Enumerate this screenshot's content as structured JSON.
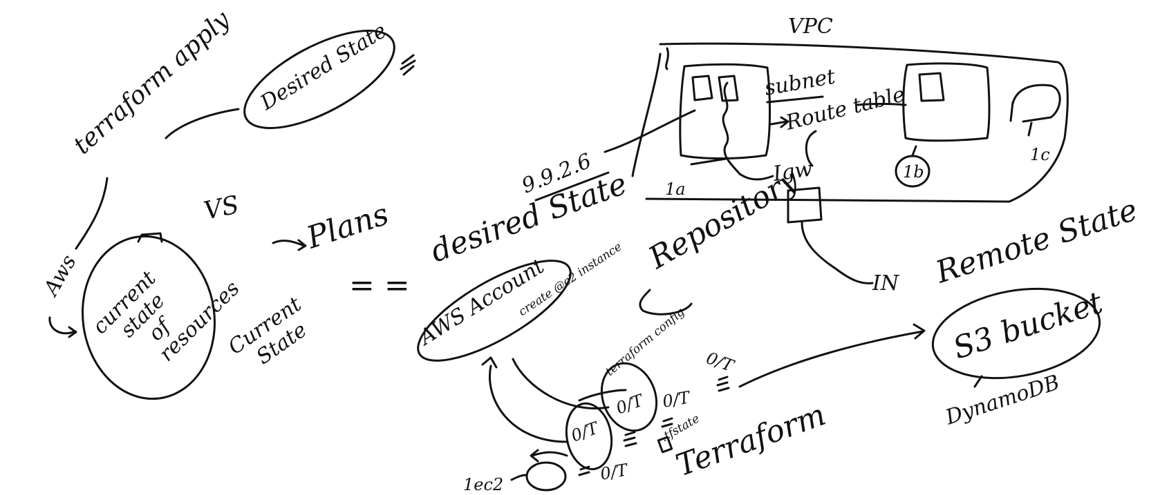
{
  "labels": {
    "terraform_apply": "terraform apply",
    "desired_state_top": "Desired State",
    "aws": "Aws",
    "current_state_resources": [
      "current",
      "state",
      "of",
      "resources"
    ],
    "vs": "VS",
    "plans": "Plans",
    "current_state_bottom": [
      "Current",
      "State"
    ],
    "equals": "= =",
    "desired_state_mid": "desired State",
    "aws_account": "AWS Account",
    "create_ec2": "create @c2 instance",
    "repository": "Repository",
    "terraform_bottom": "Terraform",
    "dotstate": ".tfstate",
    "cmd_config": "terraform config",
    "ec2": "1ec2",
    "s3_bucket": "S3 bucket",
    "remote_state": "Remote State",
    "dynamodb": "DynamoDB",
    "vpc": "VPC",
    "subnet": "subnet",
    "route_table": "Route table",
    "igw": "Igw",
    "cidr": "9.9.2.6",
    "az_1a": "1a",
    "az_1b": "1b",
    "az_1c": "1c",
    "internet": "IN",
    "tf_file_1": "0/T",
    "tf_file_2": "0/T",
    "tf_file_3": "0/T",
    "tf_file_4": "0/T",
    "tf_file_5": "0/T",
    "hash_mark": "#",
    "arrow_text": "→"
  },
  "colors": {
    "ink": "#111111",
    "background": "#ffffff"
  }
}
